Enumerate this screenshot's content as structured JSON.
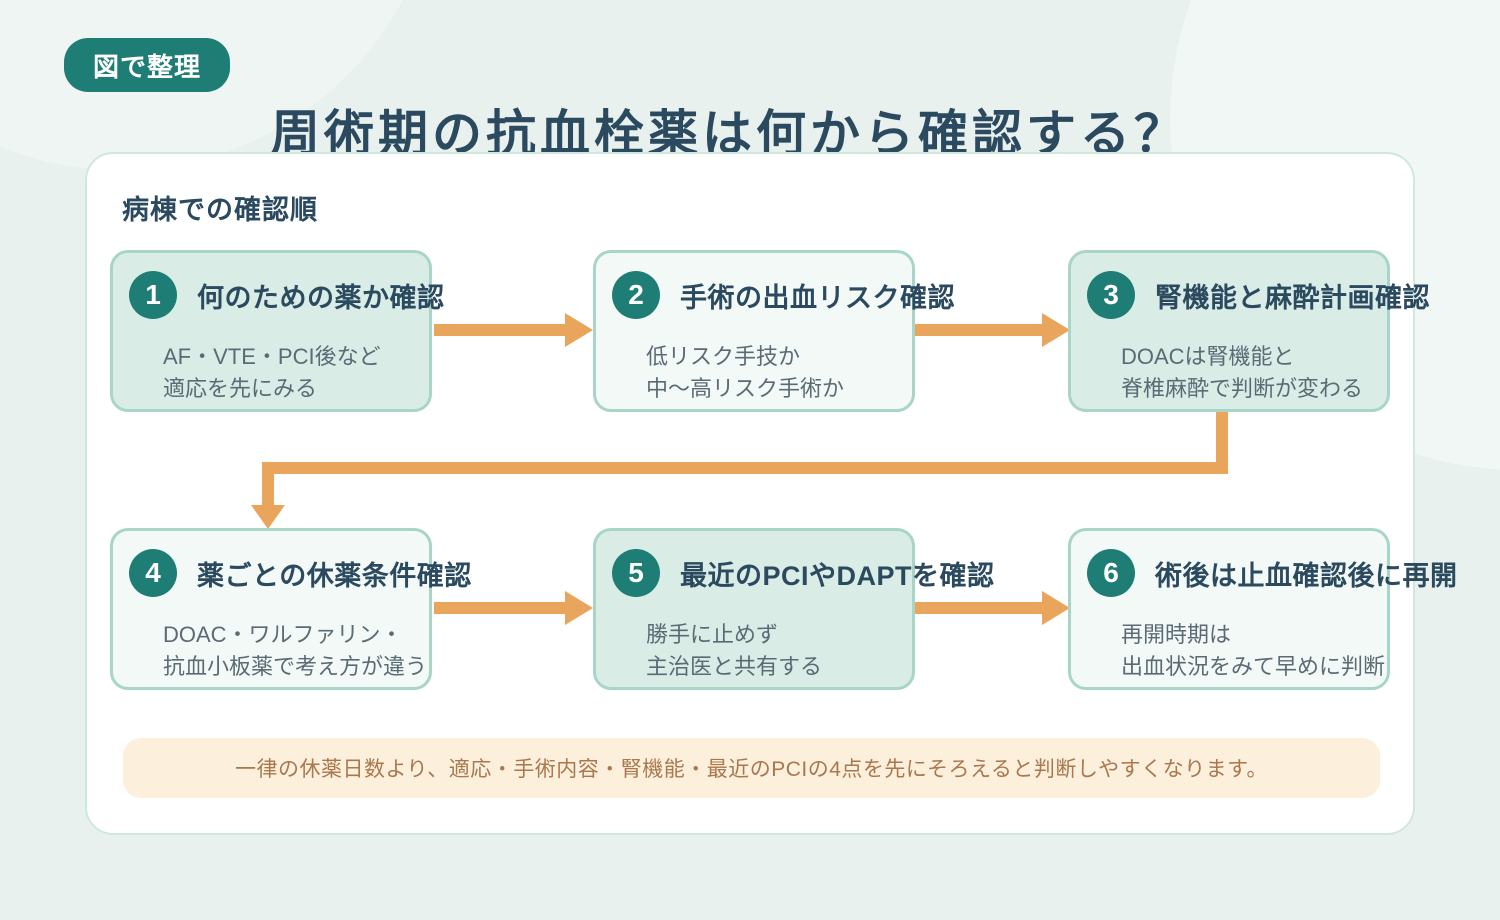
{
  "badge": {
    "label": "図で整理"
  },
  "header": {
    "title": "周術期の抗血栓薬は何から確認する？"
  },
  "card": {
    "heading": "病棟での確認順",
    "note": "一律の休薬日数より、適応・手術内容・腎機能・最近のPCIの4点を先にそろえると判断しやすくなります。"
  },
  "steps": [
    {
      "number": "1",
      "title": "何のための薬か確認",
      "line1": "AF・VTE・PCI後など",
      "line2": "適応を先にみる"
    },
    {
      "number": "2",
      "title": "手術の出血リスク確認",
      "line1": "低リスク手技か",
      "line2": "中〜高リスク手術か"
    },
    {
      "number": "3",
      "title": "腎機能と麻酔計画確認",
      "line1": "DOACは腎機能と",
      "line2": "脊椎麻酔で判断が変わる"
    },
    {
      "number": "4",
      "title": "薬ごとの休薬条件確認",
      "line1": "DOAC・ワルファリン・",
      "line2": "抗血小板薬で考え方が違う"
    },
    {
      "number": "5",
      "title": "最近のPCIやDAPTを確認",
      "line1": "勝手に止めず",
      "line2": "主治医と共有する"
    },
    {
      "number": "6",
      "title": "術後は止血確認後に再開",
      "line1": "再開時期は",
      "line2": "出血状況をみて早めに判断"
    }
  ],
  "colors": {
    "teal": "#1e7d74",
    "heading_text": "#2b4a60",
    "body_text": "#5a6b76",
    "arrow_orange": "#e9a55c",
    "box_fill_mint": "#d9ece5",
    "box_fill_light": "#f3f9f6",
    "box_border": "#a9d5c8",
    "card_border": "#cfe8dd",
    "page_bg": "#e9f1ee",
    "note_bg": "#fcefdc",
    "note_text": "#a9784e"
  }
}
